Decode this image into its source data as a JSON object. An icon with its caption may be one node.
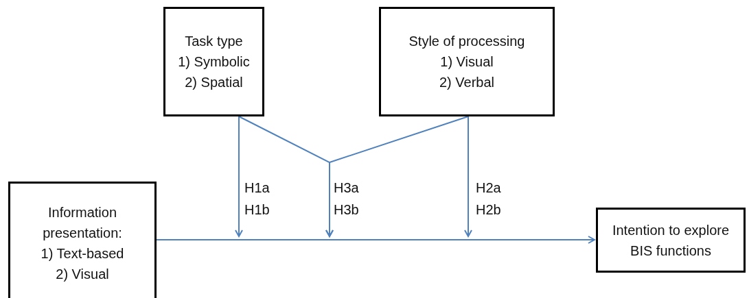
{
  "diagram": {
    "nodes": [
      {
        "text": [
          "Task type",
          "1) Symbolic",
          "2) Spatial"
        ]
      },
      {
        "text": [
          "Style of processing",
          "1) Visual",
          "2) Verbal"
        ]
      },
      {
        "text": [
          "Information presentation:",
          "1) Text-based",
          "2) Visual"
        ]
      },
      {
        "text": [
          "Intention to explore BIS functions"
        ]
      }
    ],
    "edges": [
      {
        "from": 2,
        "to": 3,
        "arrow": "to"
      },
      {
        "from": 0,
        "to": null,
        "arrow": "to",
        "label": "H1a H1b"
      },
      {
        "from": 1,
        "to": null,
        "arrow": "to",
        "label": "H2a H2b"
      },
      {
        "from": 0,
        "to": null,
        "arrow": "to",
        "label": "H3a H3b"
      },
      {
        "from": 1,
        "to": null,
        "arrow": "to"
      }
    ]
  }
}
